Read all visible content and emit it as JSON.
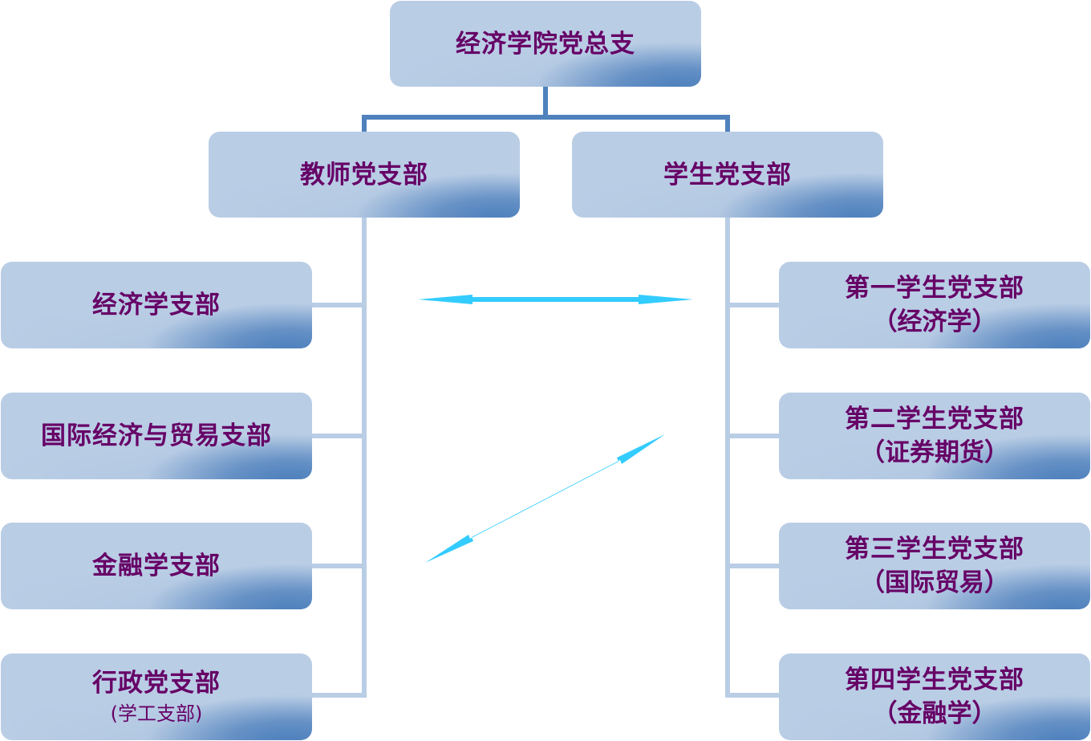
{
  "root": {
    "label": "经济学院党总支"
  },
  "level2": [
    {
      "label": "教师党支部"
    },
    {
      "label": "学生党支部"
    }
  ],
  "teacher_branches": [
    {
      "label": "经济学支部"
    },
    {
      "label": "国际经济与贸易支部"
    },
    {
      "label": "金融学支部"
    },
    {
      "label": "行政党支部",
      "sub": "(学工支部)"
    }
  ],
  "student_branches": [
    {
      "label": "第一学生党支部",
      "sub": "（经济学）"
    },
    {
      "label": "第二学生党支部",
      "sub": "（证券期货）"
    },
    {
      "label": "第三学生党支部",
      "sub": "（国际贸易）"
    },
    {
      "label": "第四学生党支部",
      "sub": "（金融学）"
    }
  ],
  "colors": {
    "node_light": "#b9cde5",
    "node_dark": "#4f81bd",
    "text": "#660066",
    "top_connector": "#4f81bd",
    "branch_connector": "#b9cde5",
    "arrow": "#33ccff"
  }
}
